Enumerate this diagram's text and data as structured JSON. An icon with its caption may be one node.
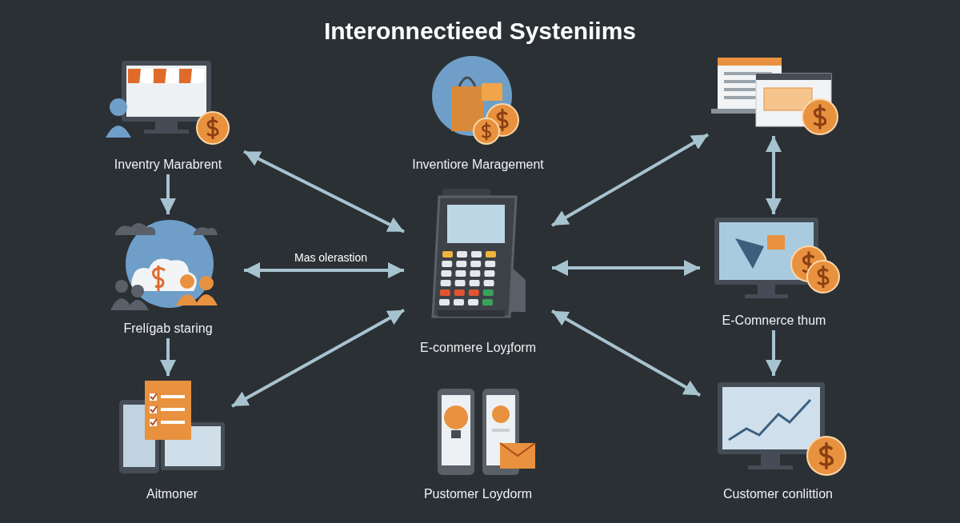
{
  "diagram": {
    "title": "Interonnectieed Systeniims",
    "nodes": [
      {
        "text": [
          "Inventry Marabrent"
        ]
      },
      {
        "text": [
          "Inventiore Maragement"
        ]
      },
      {
        "text": [],
        "shape": "picture"
      },
      {
        "text": [
          "Frelígab staring"
        ]
      },
      {
        "text": [
          "E-conmere Loyɟform"
        ]
      },
      {
        "text": [
          "E-Comnerce thum"
        ]
      },
      {
        "text": [
          "Aitmoner"
        ]
      },
      {
        "text": [
          "Pustomer Loydorm"
        ]
      },
      {
        "text": [
          "Customer conlittion"
        ]
      }
    ],
    "edges": [
      {
        "from": 0,
        "to": 3,
        "arrow": "to"
      },
      {
        "from": 3,
        "to": 6,
        "arrow": "to"
      },
      {
        "from": 0,
        "to": 4,
        "arrow": "both"
      },
      {
        "from": 3,
        "to": 4,
        "arrow": "both",
        "label": "Mas olerastion"
      },
      {
        "from": 6,
        "to": 4,
        "arrow": "both"
      },
      {
        "from": 4,
        "to": 2,
        "arrow": "both"
      },
      {
        "from": 4,
        "to": 5,
        "arrow": "both"
      },
      {
        "from": 4,
        "to": 8,
        "arrow": "both"
      },
      {
        "from": 2,
        "to": 5,
        "arrow": "both"
      },
      {
        "from": 5,
        "to": 8,
        "arrow": "to"
      }
    ]
  }
}
